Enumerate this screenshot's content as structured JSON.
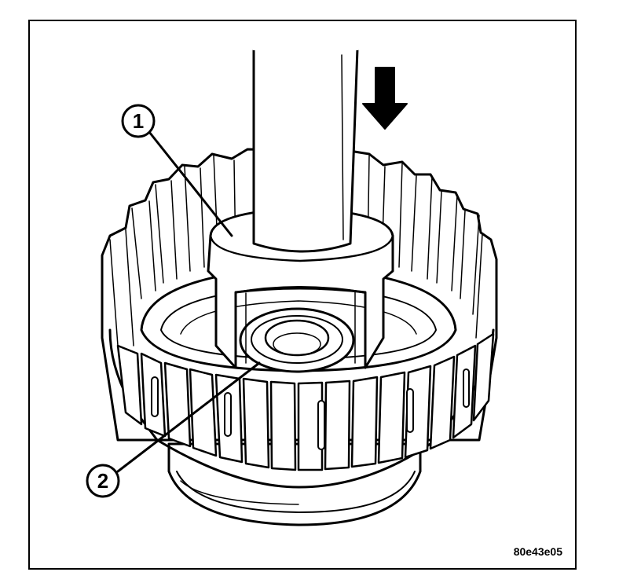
{
  "figure": {
    "id": "80e43e05",
    "callouts": [
      {
        "label": "1"
      },
      {
        "label": "2"
      }
    ],
    "colors": {
      "line": "#000000",
      "fill": "#ffffff"
    },
    "arrow_icon": "arrow-down-icon"
  }
}
